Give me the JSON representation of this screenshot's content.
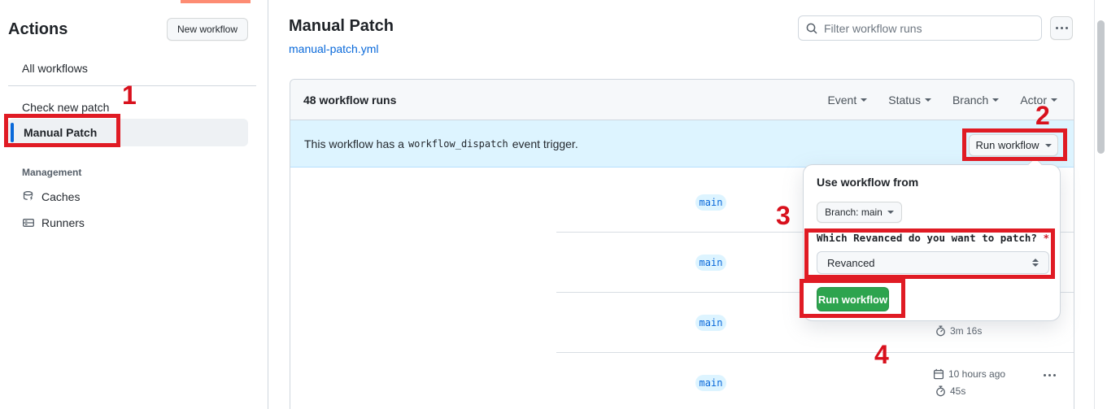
{
  "sidebar": {
    "heading": "Actions",
    "new_workflow_button": "New workflow",
    "items": [
      {
        "label": "All workflows"
      },
      {
        "label": "Check new patch"
      },
      {
        "label": "Manual Patch",
        "selected": true
      }
    ],
    "management": {
      "label": "Management",
      "items": [
        {
          "label": "Caches",
          "icon": "cache-database-icon"
        },
        {
          "label": "Runners",
          "icon": "runners-icon"
        }
      ]
    }
  },
  "main": {
    "title": "Manual Patch",
    "workflow_file_link": "manual-patch.yml",
    "filter_placeholder": "Filter workflow runs",
    "runs_header": {
      "count": "48 workflow runs",
      "filters": [
        {
          "label": "Event"
        },
        {
          "label": "Status"
        },
        {
          "label": "Branch"
        },
        {
          "label": "Actor"
        }
      ]
    },
    "banner": {
      "prefix": "This workflow has a",
      "code": "workflow_dispatch",
      "suffix": "event trigger.",
      "run_workflow_button": "Run workflow"
    },
    "rows": [
      {
        "branch": "main"
      },
      {
        "branch": "main"
      },
      {
        "branch": "main",
        "duration": "3m 16s"
      },
      {
        "branch": "main",
        "age": "10 hours ago",
        "duration": "45s"
      }
    ]
  },
  "run_dialog": {
    "heading": "Use workflow from",
    "branch_button": "Branch: main",
    "field_label": "Which Revanced do you want to patch?",
    "required_mark": "*",
    "select_value": "Revanced",
    "submit_button": "Run workflow"
  },
  "annotations": {
    "step1": "1",
    "step2": "2",
    "step3": "3",
    "step4": "4",
    "highlight_color": "#e01b24"
  },
  "colors": {
    "link_blue": "#0969da",
    "badge_bg": "#ddf4ff",
    "banner_bg": "#ddf4ff",
    "green_button": "#2da44e",
    "selected_tab_accent": "#fd8c73",
    "panel_header_bg": "#f6f8fa"
  },
  "icons": {
    "search": "magnifier",
    "more": "kebab-horizontal-dots",
    "stopwatch": "stopwatch",
    "calendar": "calendar",
    "caches": "database-with-bolt",
    "runners": "server-card",
    "caret": "triangle-down",
    "select_arrows": "up-down-triangles"
  }
}
